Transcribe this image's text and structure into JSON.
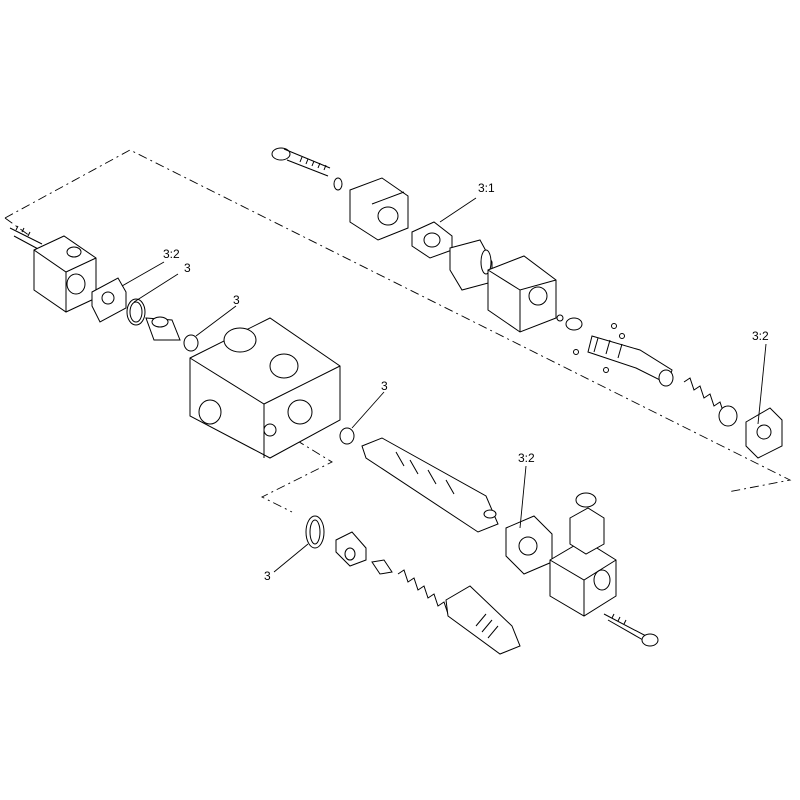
{
  "callouts": {
    "c1": "3:1",
    "c2": "3:2",
    "c3": "3",
    "c4": "3",
    "c5": "3:2",
    "c6": "3",
    "c7": "3:2",
    "c8": "3"
  }
}
